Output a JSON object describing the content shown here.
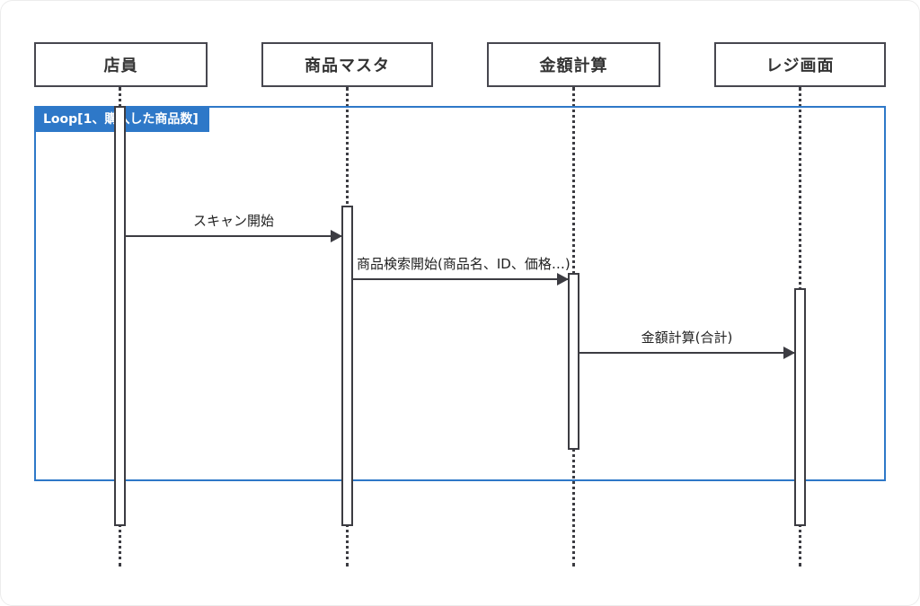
{
  "diagram": {
    "actors": [
      {
        "label": "店員"
      },
      {
        "label": "商品マスタ"
      },
      {
        "label": "金額計算"
      },
      {
        "label": "レジ画面"
      }
    ],
    "loop": {
      "label": "Loop[1、購入した商品数]"
    },
    "messages": [
      {
        "label": "スキャン開始",
        "from": 0,
        "to": 1
      },
      {
        "label": "商品検索開始(商品名、ID、価格…)",
        "from": 1,
        "to": 2
      },
      {
        "label": "金額計算(合計)",
        "from": 2,
        "to": 3
      }
    ],
    "colors": {
      "loop_frame": "#2e78c8",
      "box_border": "#47474f",
      "lifeline": "#3c3c42",
      "text": "#333333"
    }
  }
}
